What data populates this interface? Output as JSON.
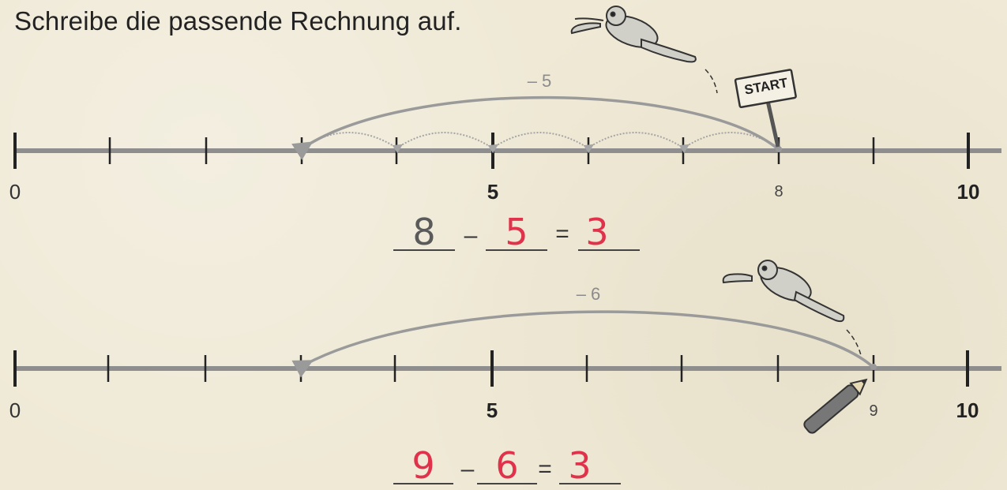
{
  "instruction": "Schreibe die passende Rechnung auf.",
  "exercise1": {
    "labels": {
      "zero": "0",
      "five": "5",
      "start_value": "8",
      "ten": "10"
    },
    "start_sign": "START",
    "jump_label": "– 5",
    "equation": {
      "a": "8",
      "minus": "–",
      "b": "5",
      "equals": "=",
      "result": "3"
    }
  },
  "exercise2": {
    "labels": {
      "zero": "0",
      "five": "5",
      "start_value": "9",
      "ten": "10"
    },
    "jump_label": "– 6",
    "equation": {
      "a": "9",
      "minus": "–",
      "b": "6",
      "equals": "=",
      "result": "3"
    }
  },
  "colors": {
    "line": "#8e8e8e",
    "tick": "#222222",
    "arc": "#9a9a9a",
    "handwriting_red": "#e0334b",
    "handwriting_dark": "#5a5a5a"
  },
  "icons": [
    "frog-icon",
    "start-sign-icon",
    "pencil-icon"
  ]
}
